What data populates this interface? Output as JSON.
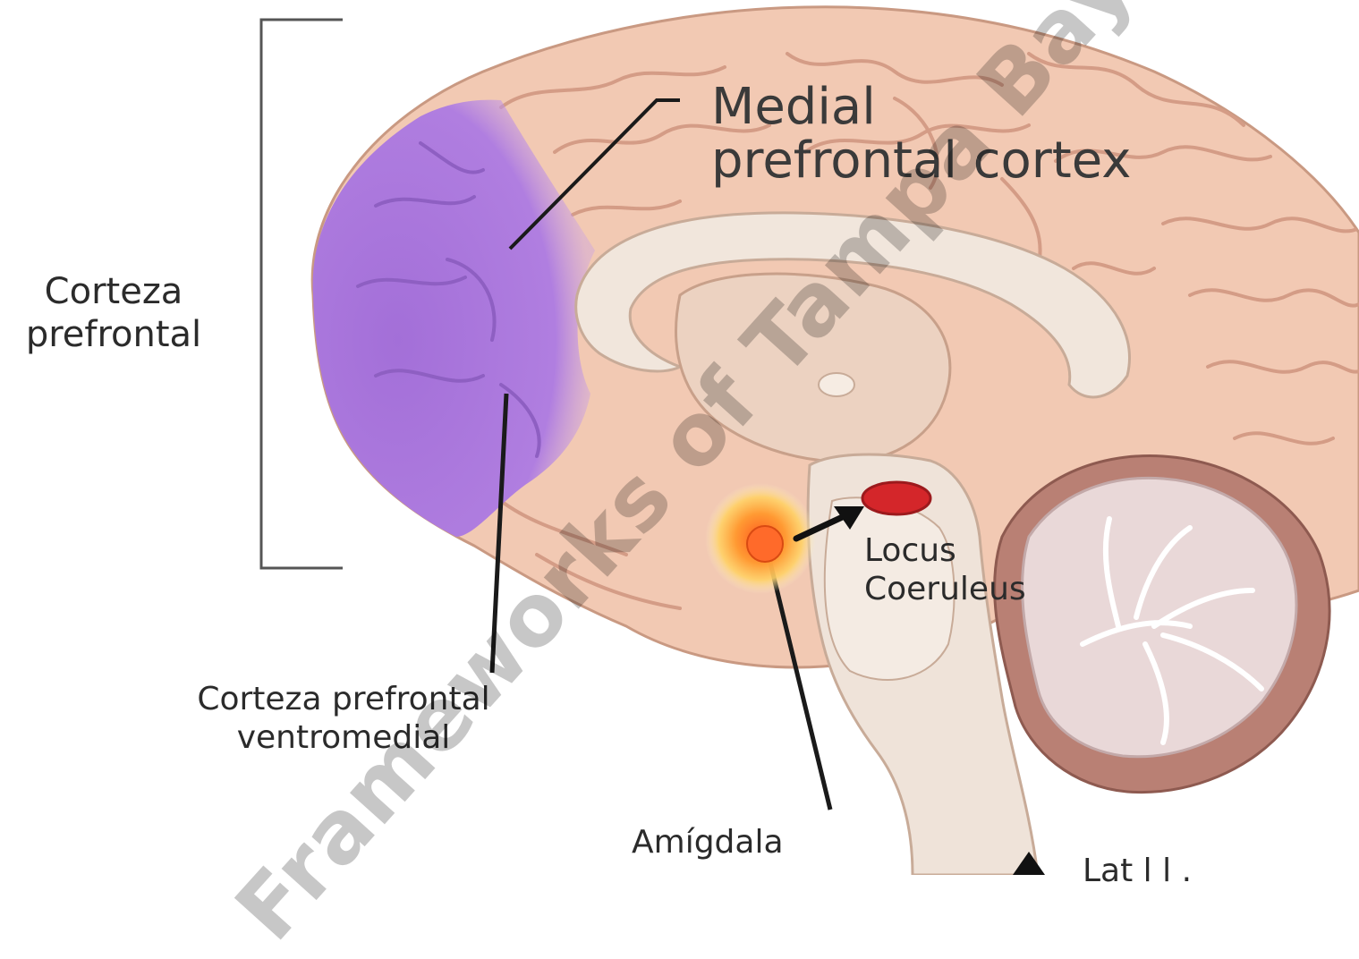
{
  "labels": {
    "corteza_prefrontal": [
      "Corteza",
      "prefrontal"
    ],
    "medial_pfc": [
      "Medial",
      "prefrontal cortex"
    ],
    "cpf_ventromedial": [
      "Corteza prefrontal",
      "ventromedial"
    ],
    "locus_coeruleus": [
      "Locus",
      "Coeruleus"
    ],
    "amigdala": "Amígdala",
    "truncated_bottom_right": "Lat   l   l  ."
  },
  "watermark": "Frameworks of Tampa Bay",
  "colors": {
    "cortex": "#f2c9b3",
    "cortex_shadow": "#d9a58c",
    "prefrontal_highlight": "#a877dc",
    "corpus_callosum": "#f1e6dc",
    "brainstem": "#efe3d9",
    "cerebellum": "#e9d8d8",
    "cerebellum_outer": "#b98074",
    "locus_marker": "#d4262a",
    "amygdala_glow": "#ff9a33"
  }
}
